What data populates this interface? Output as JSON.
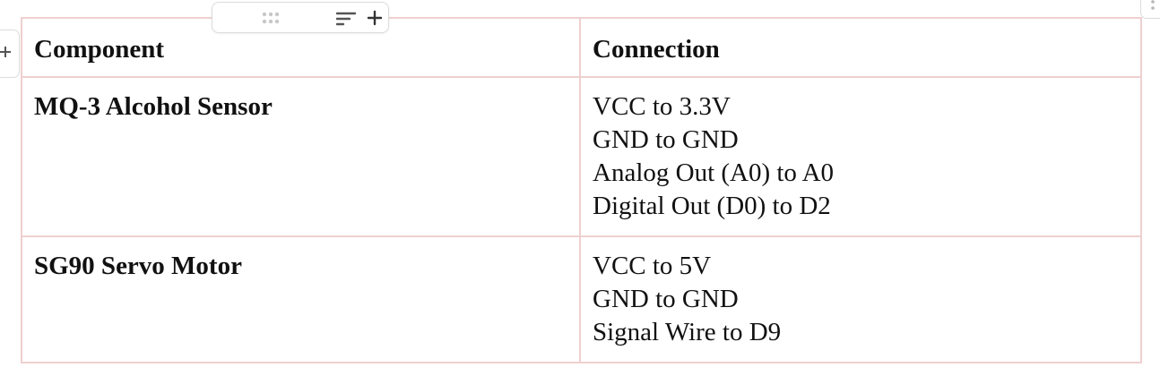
{
  "table": {
    "headers": {
      "component": "Component",
      "connection": "Connection"
    },
    "rows": [
      {
        "component": "MQ-3 Alcohol Sensor",
        "connections": [
          "VCC to 3.3V",
          "GND to GND",
          "Analog Out (A0) to A0",
          "Digital Out (D0) to D2"
        ]
      },
      {
        "component": "SG90 Servo Motor",
        "connections": [
          "VCC to 5V",
          "GND to GND",
          "Signal Wire to D9"
        ]
      }
    ]
  },
  "toolbar": {
    "icons": [
      "drag-handle-icon",
      "align-icon",
      "plus-icon"
    ]
  },
  "colors": {
    "table_border": "#efd0d0",
    "text": "#111111",
    "icon": "#555555",
    "handle_dots": "#c8c8c8"
  }
}
